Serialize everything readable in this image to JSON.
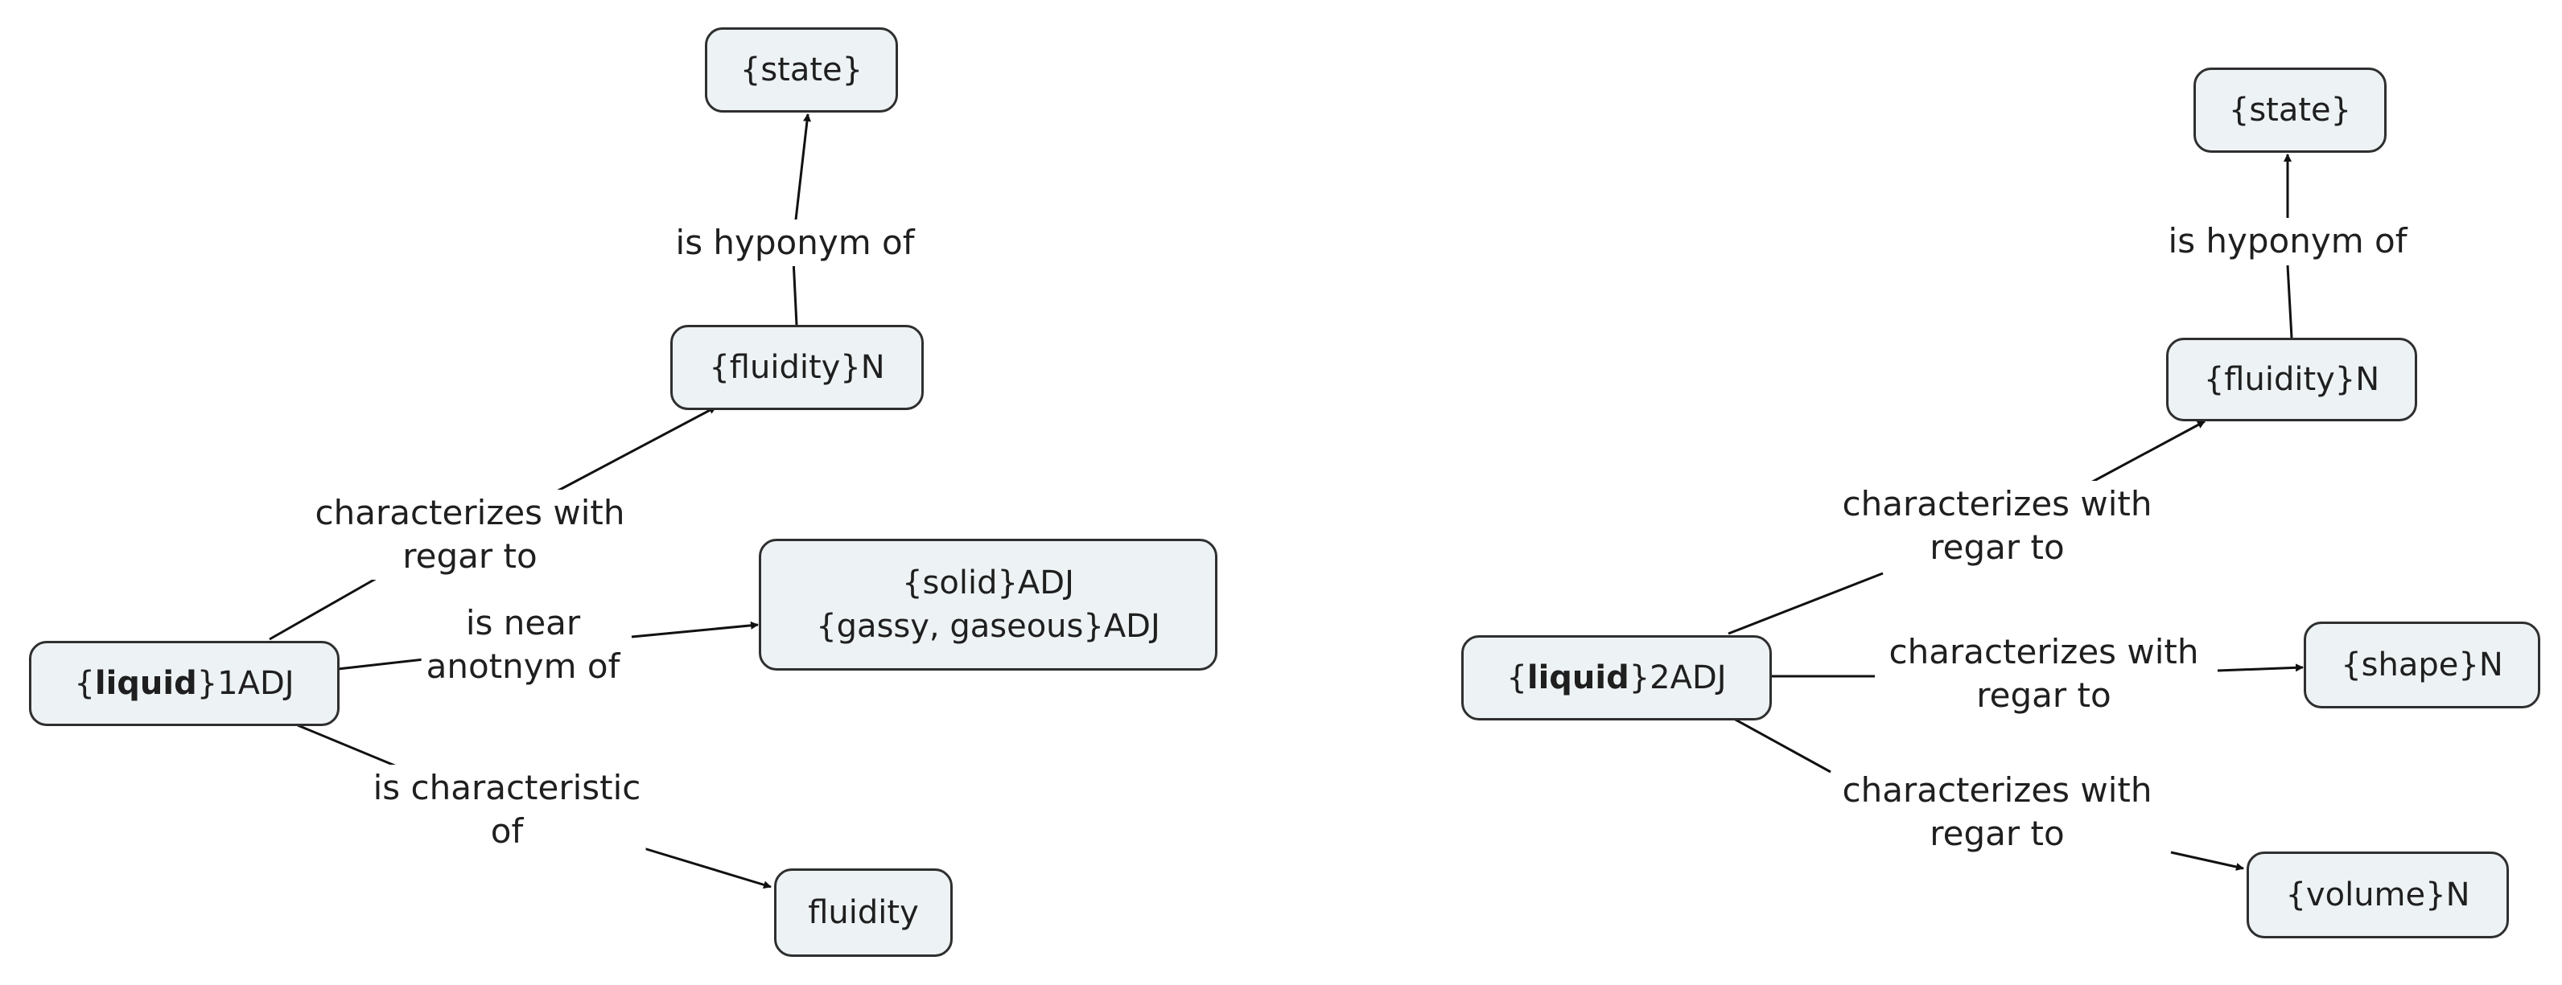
{
  "nodes": {
    "left_state": "{state}",
    "left_fluidity_n": "{fluidity}N",
    "left_liquid": {
      "open": "{",
      "bold": "liquid",
      "rest": "}1ADJ"
    },
    "left_antonyms": [
      "{solid}ADJ",
      "{gassy, gaseous}ADJ"
    ],
    "left_fluidity_plain": "fluidity",
    "right_state": "{state}",
    "right_fluidity_n": "{fluidity}N",
    "right_liquid": {
      "open": "{",
      "bold": "liquid",
      "rest": "}2ADJ"
    },
    "right_shape": "{shape}N",
    "right_volume": "{volume}N"
  },
  "links": {
    "left_hyponym": "is hyponym of",
    "left_characterizes": [
      "characterizes with",
      "regar to"
    ],
    "left_near_antonym": [
      "is near",
      "anotnym of"
    ],
    "left_characteristic": [
      "is characteristic",
      "of"
    ],
    "right_hyponym": "is hyponym of",
    "right_char_fluidity": [
      "characterizes with",
      "regar to"
    ],
    "right_char_shape": [
      "characterizes with",
      "regar to"
    ],
    "right_char_volume": [
      "characterizes with",
      "regar to"
    ]
  }
}
